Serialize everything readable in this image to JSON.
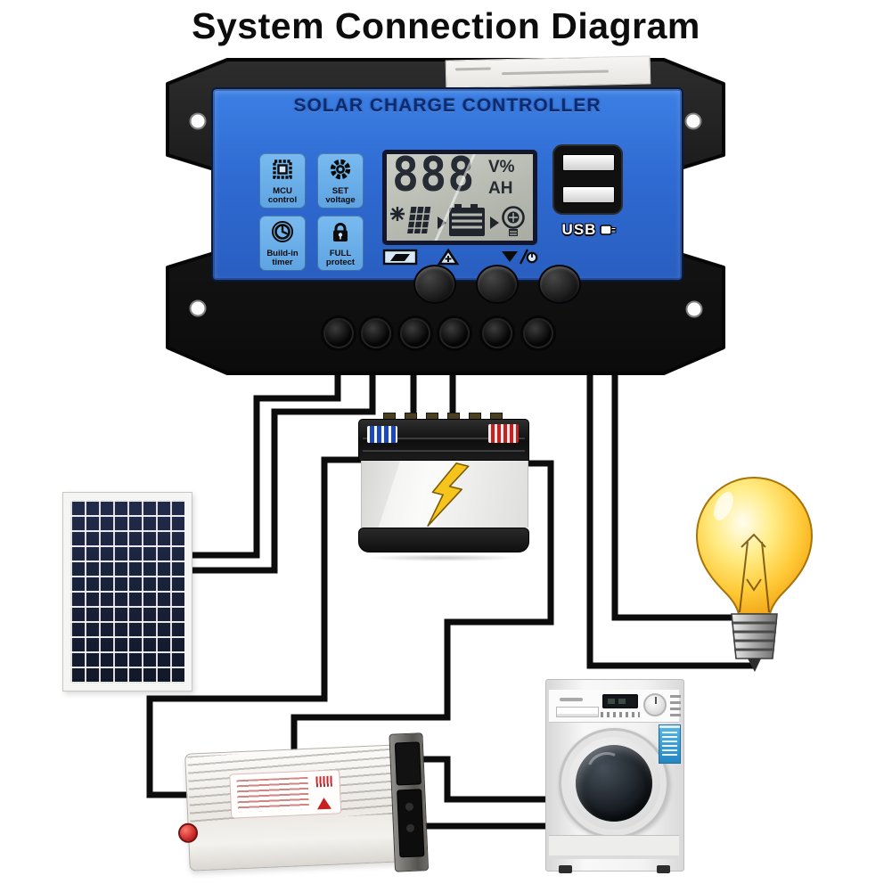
{
  "page_title": "System Connection Diagram",
  "controller": {
    "name": "SOLAR CHARGE CONTROLLER",
    "features": [
      {
        "icon": "mcu-chip-icon",
        "label": "MCU control"
      },
      {
        "icon": "gear-icon",
        "label": "SET voltage"
      },
      {
        "icon": "clock-icon",
        "label": "Build-in timer"
      },
      {
        "icon": "lock-icon",
        "label": "FULL protect"
      }
    ],
    "lcd": {
      "value": "888",
      "unit_top": "V%",
      "unit_bottom": "AH",
      "icons": [
        "sun-icon",
        "solar-panel-icon",
        "arrow-right-icon",
        "battery-icon",
        "arrow-right-icon",
        "light-bulb-icon"
      ]
    },
    "usb": {
      "label": "USB",
      "ports": 2
    },
    "buttons": 3,
    "terminals": 6
  },
  "diagram": {
    "nodes": [
      {
        "id": "solar-charge-controller",
        "label": "SOLAR CHARGE CONTROLLER"
      },
      {
        "id": "solar-panel"
      },
      {
        "id": "battery"
      },
      {
        "id": "light-bulb"
      },
      {
        "id": "power-inverter"
      },
      {
        "id": "washing-machine"
      }
    ],
    "edges": [
      {
        "from": "solar-charge-controller",
        "to": "solar-panel",
        "wires": 2
      },
      {
        "from": "solar-charge-controller",
        "to": "battery",
        "wires": 2
      },
      {
        "from": "solar-charge-controller",
        "to": "light-bulb",
        "wires": 2
      },
      {
        "from": "battery",
        "to": "power-inverter",
        "wires": 2
      },
      {
        "from": "power-inverter",
        "to": "washing-machine",
        "wires": 2
      }
    ]
  },
  "colors": {
    "panel_blue": "#2f6bd2",
    "badge_blue": "#6aaee8",
    "bulb_yellow": "#ffc937",
    "bolt_yellow": "#f6c51d",
    "wire_black": "#0c0c0c",
    "energy_label_blue": "#35a3dc"
  }
}
